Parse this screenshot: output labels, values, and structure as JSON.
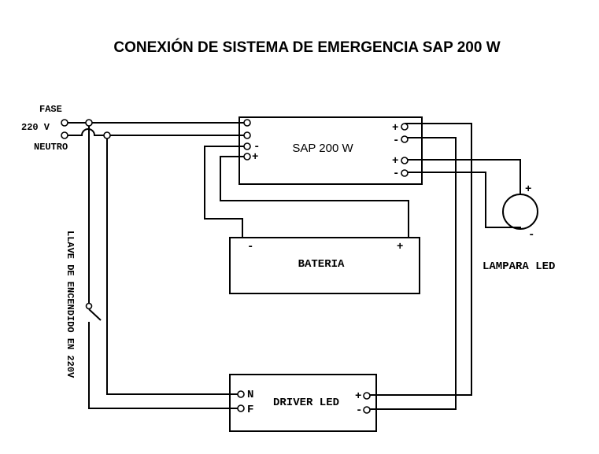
{
  "title": "CONEXIÓN DE SISTEMA DE EMERGENCIA SAP 200 W",
  "supply": {
    "fase_label": "FASE",
    "voltage_label": "220 V",
    "neutro_label": "NEUTRO"
  },
  "sap": {
    "label": "SAP 200 W",
    "minus": "-",
    "plus": "+",
    "out1_plus": "+",
    "out1_minus": "-",
    "out2_plus": "+",
    "out2_minus": "-"
  },
  "bateria": {
    "label": "BATERIA",
    "minus": "-",
    "plus": "+"
  },
  "lampara": {
    "label": "LAMPARA LED",
    "plus": "+",
    "minus": "-"
  },
  "driver": {
    "label": "DRIVER LED",
    "n": "N",
    "f": "F",
    "plus": "+",
    "minus": "-"
  },
  "switch_label": "LLAVE DE ENCENDIDO EN 220V"
}
